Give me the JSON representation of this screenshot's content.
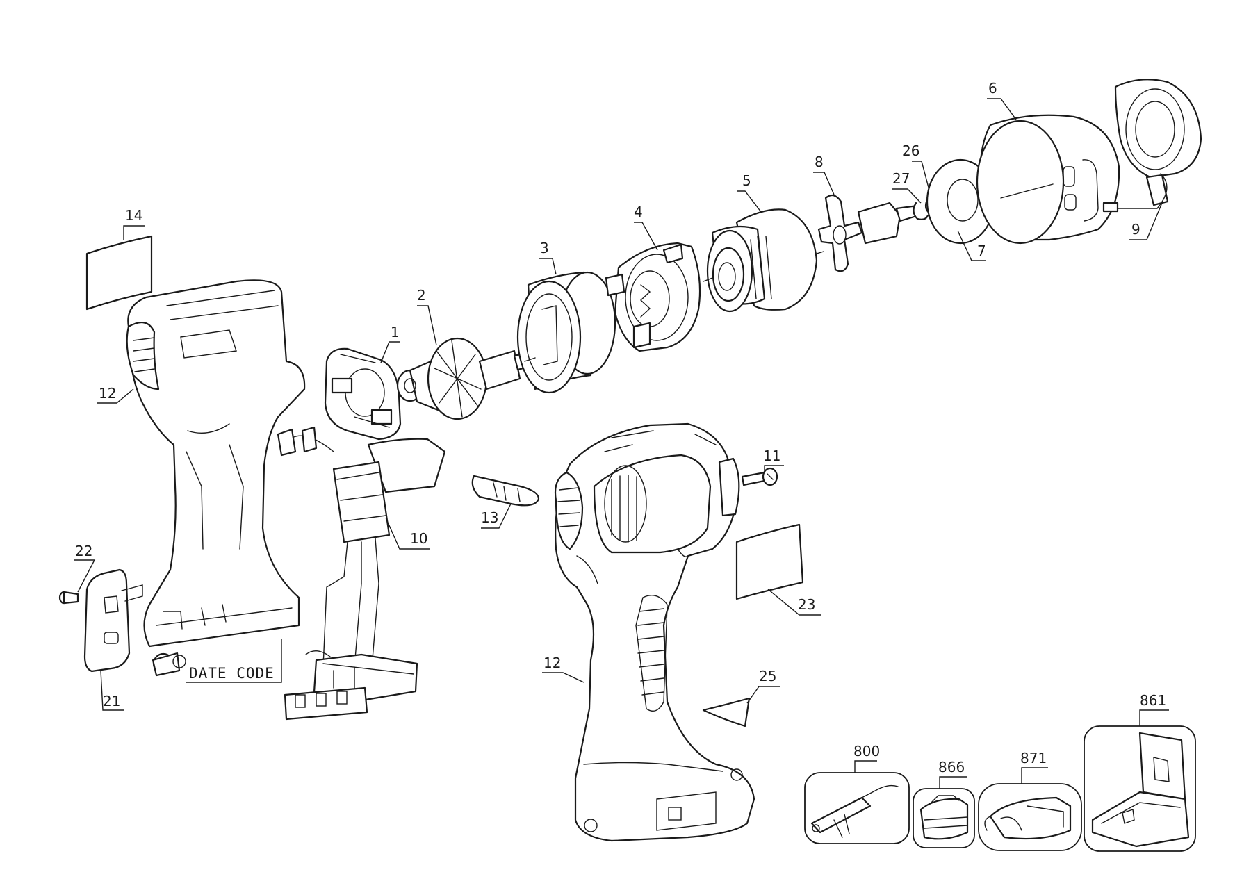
{
  "labels": {
    "p1": "1",
    "p2": "2",
    "p3": "3",
    "p4": "4",
    "p5": "5",
    "p6": "6",
    "p7": "7",
    "p8": "8",
    "p9": "9",
    "p10": "10",
    "p11": "11",
    "p12a": "12",
    "p12b": "12",
    "p13": "13",
    "p14": "14",
    "p21": "21",
    "p22": "22",
    "p23": "23",
    "p25": "25",
    "p26": "26",
    "p27": "27",
    "p800": "800",
    "p866": "866",
    "p871": "871",
    "p861": "861"
  },
  "date_code": "DATE CODE"
}
